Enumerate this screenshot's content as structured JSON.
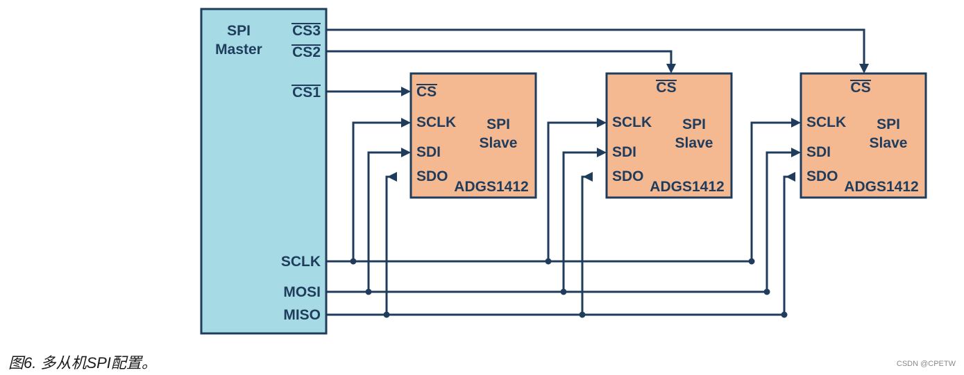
{
  "master": {
    "title_line1": "SPI",
    "title_line2": "Master",
    "cs3": "CS3",
    "cs2": "CS2",
    "cs1": "CS1",
    "sclk": "SCLK",
    "mosi": "MOSI",
    "miso": "MISO"
  },
  "slaves": [
    {
      "cs": "CS",
      "sclk": "SCLK",
      "sdi": "SDI",
      "sdo": "SDO",
      "title_line1": "SPI",
      "title_line2": "Slave",
      "part": "ADGS1412"
    },
    {
      "cs": "CS",
      "sclk": "SCLK",
      "sdi": "SDI",
      "sdo": "SDO",
      "title_line1": "SPI",
      "title_line2": "Slave",
      "part": "ADGS1412"
    },
    {
      "cs": "CS",
      "sclk": "SCLK",
      "sdi": "SDI",
      "sdo": "SDO",
      "title_line1": "SPI",
      "title_line2": "Slave",
      "part": "ADGS1412"
    }
  ],
  "caption": "图6. 多从机SPI配置。",
  "watermark": "CSDN @CPETW",
  "colors": {
    "master_fill": "#a6dbe5",
    "slave_fill": "#f5b992",
    "line": "#1f3c5c"
  }
}
